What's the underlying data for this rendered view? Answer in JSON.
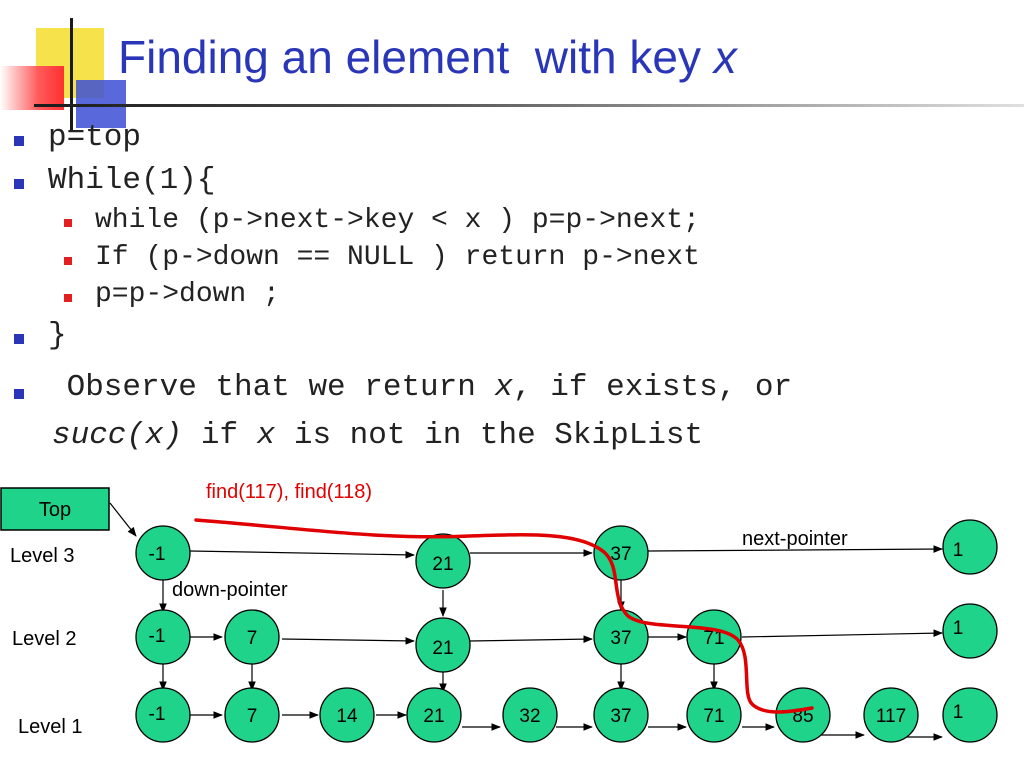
{
  "title": {
    "text": "Finding an element  with key ",
    "var": "x"
  },
  "bullets": {
    "b1": "p=top",
    "b2": "While(1){",
    "s1": "while (p->next->key < x ) p=p->next;",
    "s2": "If (p->down == NULL ) return p->next",
    "s3": "p=p->down ;",
    "b3": "}"
  },
  "observe": {
    "l1a": " Observe that we return ",
    "l1b": "x",
    "l1c": ", if exists, or",
    "l2a": "succ(x)",
    "l2b": " if ",
    "l2c": "x",
    "l2d": " is not in the SkipList"
  },
  "diagram": {
    "top_label": "Top",
    "find_label": "find(117), find(118)",
    "next_pointer_label": "next-pointer",
    "down_pointer_label": "down-pointer",
    "levels": [
      "Level 3",
      "Level 2",
      "Level 1"
    ],
    "nodes": {
      "l3": [
        "-1",
        "21",
        "37",
        "1"
      ],
      "l2": [
        "-1",
        "7",
        "21",
        "37",
        "71",
        "1"
      ],
      "l1": [
        "-1",
        "7",
        "14",
        "21",
        "32",
        "37",
        "71",
        "85",
        "117",
        "1"
      ]
    },
    "colors": {
      "node_fill": "#1fd38a",
      "path": "#e00000",
      "title": "#2a36b8"
    }
  }
}
